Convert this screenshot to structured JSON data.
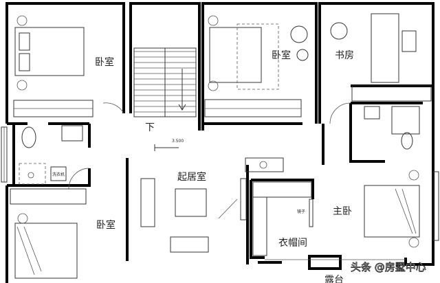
{
  "plan": {
    "rooms": {
      "bedroom_top_left": "卧室",
      "bedroom_top_middle": "卧室",
      "study": "书房",
      "living_room": "起居室",
      "bedroom_bottom_left": "卧室",
      "master_bedroom": "主卧",
      "walk_in_closet": "衣帽间",
      "terrace": "露台"
    },
    "stair_down_label": "下",
    "elevation": "3.500",
    "mirror_label": "镜子",
    "washer_label": "洗衣机"
  },
  "watermark": "头条 @房墅中心"
}
